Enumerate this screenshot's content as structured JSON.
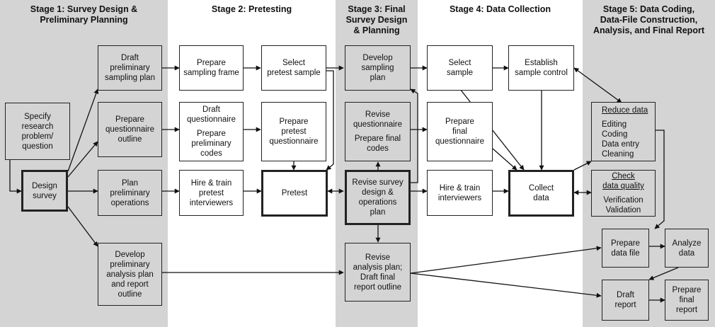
{
  "stages": [
    {
      "title": "Stage 1: Survey Design &\nPreliminary Planning"
    },
    {
      "title": "Stage 2: Pretesting"
    },
    {
      "title": "Stage 3: Final\nSurvey Design\n& Planning"
    },
    {
      "title": "Stage 4: Data Collection"
    },
    {
      "title": "Stage 5: Data Coding,\nData-File Construction,\nAnalysis, and Final Report"
    }
  ],
  "boxes": {
    "specify": "Specify\nresearch\nproblem/\nquestion",
    "design": "Design\nsurvey",
    "draft_sampling": "Draft\npreliminary\nsampling plan",
    "prepare_outline": "Prepare\nquestionnaire\noutline",
    "plan_ops": "Plan\npreliminary\noperations",
    "develop_analysis": "Develop\npreliminary\nanalysis plan\nand report\noutline",
    "sampling_frame": "Prepare\nsampling frame",
    "draft_q": "Draft\nquestionnaire",
    "prelim_codes": "Prepare\npreliminary\ncodes",
    "hire_pretest": "Hire & train\npretest\ninterviewers",
    "select_pretest": "Select\npretest sample",
    "prepare_pretest_q": "Prepare\npretest\nquestionnaire",
    "pretest": "Pretest",
    "develop_sampling": "Develop\nsampling\nplan",
    "revise_q": "Revise\nquestionnaire",
    "final_codes": "Prepare final\ncodes",
    "revise_design": "Revise survey\ndesign &\noperations\nplan",
    "revise_analysis": "Revise\nanalysis plan;\nDraft final\nreport outline",
    "select_sample": "Select\nsample",
    "final_q": "Prepare\nfinal\nquestionnaire",
    "hire_interviewers": "Hire & train\ninterviewers",
    "sample_control": "Establish\nsample control",
    "collect": "Collect\ndata",
    "reduce_title": "Reduce data",
    "reduce_items": "Editing\nCoding\nData entry\nCleaning",
    "check_title": "Check\ndata quality",
    "check_items": "Verification\nValidation",
    "data_file": "Prepare\ndata file",
    "analyze": "Analyze\ndata",
    "draft_report": "Draft\nreport",
    "final_report": "Prepare\nfinal\nreport"
  }
}
